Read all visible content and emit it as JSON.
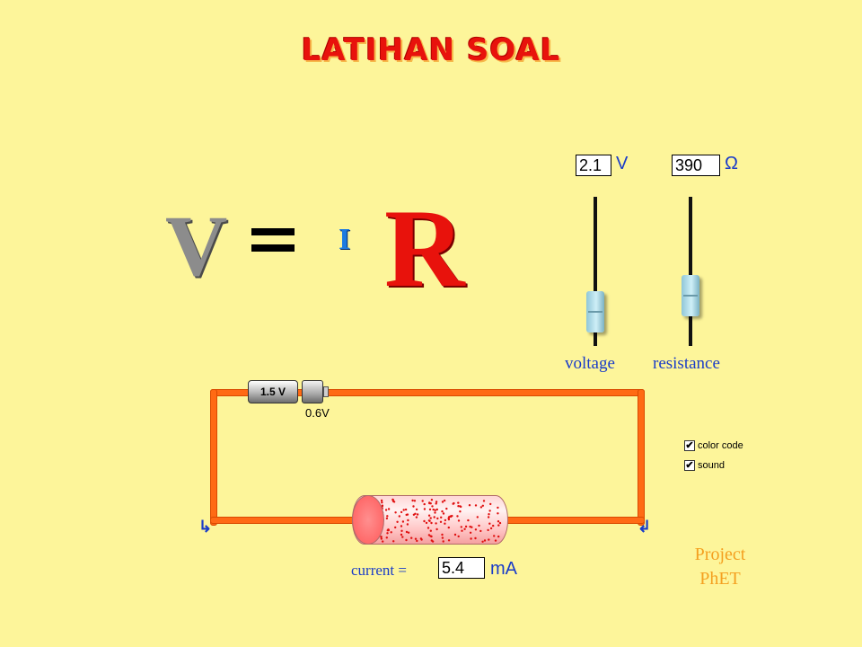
{
  "title": "LATIHAN SOAL",
  "equation": {
    "v": "V",
    "equals": "=",
    "i": "I",
    "r": "R"
  },
  "voltage": {
    "value": "2.1",
    "unit": "V",
    "label": "voltage"
  },
  "resistance": {
    "value": "390",
    "unit": "Ω",
    "label": "resistance"
  },
  "battery": {
    "label": "1.5 V",
    "cell_voltage": "0.6V"
  },
  "checkboxes": [
    {
      "label": "color code",
      "checked": true
    },
    {
      "label": "sound",
      "checked": true
    }
  ],
  "current": {
    "label": "current =",
    "value": "5.4",
    "unit": "mA"
  },
  "logo": {
    "line1": "Project",
    "line2": "PhET"
  },
  "colors": {
    "background": "#FDF59A",
    "wire": "#FF6A14",
    "accent_blue": "#1A3CC8",
    "title_red": "#E8120C"
  },
  "icons": {
    "corner_left": "return-arrow-left-icon",
    "corner_right": "return-arrow-right-icon"
  }
}
